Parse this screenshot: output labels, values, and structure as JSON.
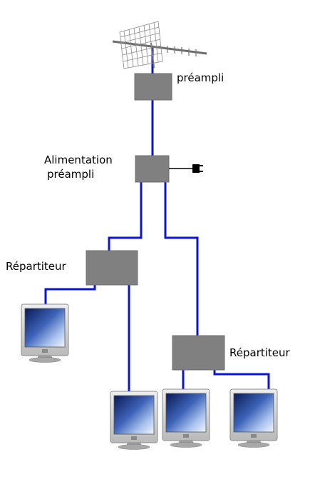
{
  "labels": {
    "preamp": "préampli",
    "power_supply_line1": "Alimentation",
    "power_supply_line2": "préampli",
    "splitter_left": "Répartiteur",
    "splitter_right": "Répartiteur"
  },
  "icons": {
    "antenna": "antenna-icon",
    "plug": "power-plug-icon",
    "monitor": "tv-monitor-icon"
  },
  "colors": {
    "wire": "#0b13d8",
    "box": "#808080",
    "background": "#ffffff"
  }
}
